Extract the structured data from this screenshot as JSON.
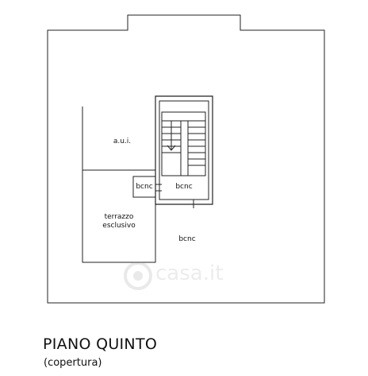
{
  "plan": {
    "rooms": {
      "aui": "a.u.i.",
      "bcnc_small": "bcnc",
      "bcnc_stair": "bcnc",
      "terrazzo_line1": "terrazzo",
      "terrazzo_line2": "esclusivo",
      "bcnc_roof": "bcnc"
    },
    "watermark": "casa.it"
  },
  "caption": {
    "title": "PIANO QUINTO",
    "subtitle": "(copertura)"
  }
}
